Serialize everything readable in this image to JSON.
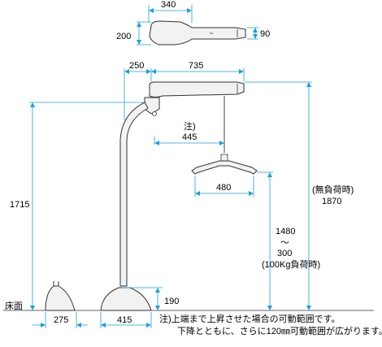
{
  "dimensions": {
    "hoist_top_width": "340",
    "hoist_top_depth": "200",
    "hoist_height": "90",
    "arm_offset": "250",
    "arm_length": "735",
    "hanger_offset_note": "注)",
    "hanger_offset": "445",
    "hanger_width": "480",
    "column_height": "1715",
    "max_height_note": "(無負荷時)",
    "max_height": "1870",
    "lift_max": "1480",
    "lift_range_sep": "〜",
    "lift_min": "300",
    "lift_condition": "(100Kg負荷時)",
    "base_height": "190",
    "floor_label": "床面",
    "foot_width": "275",
    "base_width": "415"
  },
  "note": {
    "line1": "注)上端まで上昇させた場合の可動範囲です。",
    "line2": "下降とともに、さらに120㎜可動範囲が広がります。"
  },
  "colors": {
    "dimension": "#1aa0dc",
    "outline": "#333333",
    "body_fill": "#f2f2f2"
  }
}
